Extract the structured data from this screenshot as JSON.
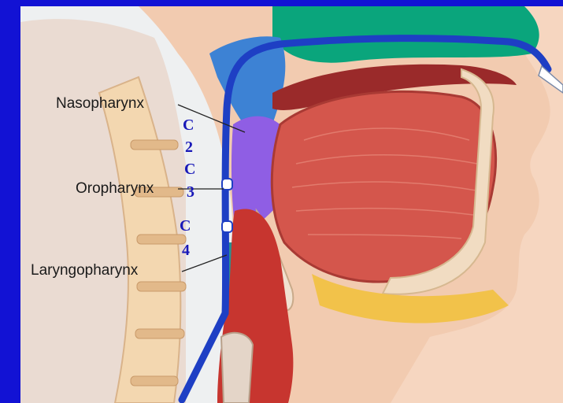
{
  "labels": {
    "nasopharynx": "Nasopharynx",
    "oropharynx": "Oropharynx",
    "laryngopharynx": "Laryngopharynx"
  },
  "vertebrae": {
    "c2_letter": "C",
    "c2_number": "2",
    "c3_letter": "C",
    "c3_number": "3",
    "c4_letter": "C",
    "c4_number": "4"
  },
  "colors": {
    "frame": "#1212d4",
    "tube": "#1e3fc4",
    "nasopharynx_region": "#00a07a",
    "pharynx_region": "#3a7fd0",
    "oropharynx_region": "#8a5ae0",
    "laryngopharynx_region": "#1e8a8a",
    "tongue": "#d85a50",
    "skin": "#f0c7a8"
  }
}
